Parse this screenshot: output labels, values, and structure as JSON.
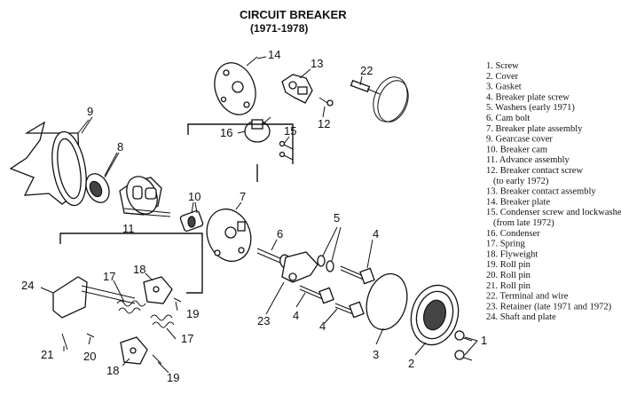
{
  "header": {
    "title": "CIRCUIT BREAKER",
    "subtitle": "(1971-1978)"
  },
  "callouts": {
    "c1": "1",
    "c2": "2",
    "c3": "3",
    "c4a": "4",
    "c4b": "4",
    "c4c": "4",
    "c5": "5",
    "c6": "6",
    "c7": "7",
    "c8": "8",
    "c9": "9",
    "c10": "10",
    "c11": "11",
    "c12": "12",
    "c13": "13",
    "c14": "14",
    "c15": "15",
    "c16": "16",
    "c17a": "17",
    "c17b": "17",
    "c18a": "18",
    "c18b": "18",
    "c19a": "19",
    "c19b": "19",
    "c20": "20",
    "c21": "21",
    "c22": "22",
    "c23": "23",
    "c24": "24"
  },
  "legend": [
    "1. Screw",
    "2. Cover",
    "3. Gasket",
    "4. Breaker plate screw",
    "5. Washers (early 1971)",
    "6. Cam bolt",
    "7. Breaker plate assembly",
    "9. Gearcase cover",
    "10. Breaker cam",
    "11. Advance assembly",
    "12. Breaker contact screw",
    "(to early 1972)",
    "13. Breaker contact assembly",
    "14. Breaker plate",
    "15. Condenser screw and lockwasher",
    "(from late 1972)",
    "16. Condenser",
    "17. Spring",
    "18. Flyweight",
    "19. Roll pin",
    "20. Roll pin",
    "21. Roll pin",
    "22. Terminal and wire",
    "23. Retainer (late 1971 and 1972)",
    "24. Shaft and plate"
  ]
}
